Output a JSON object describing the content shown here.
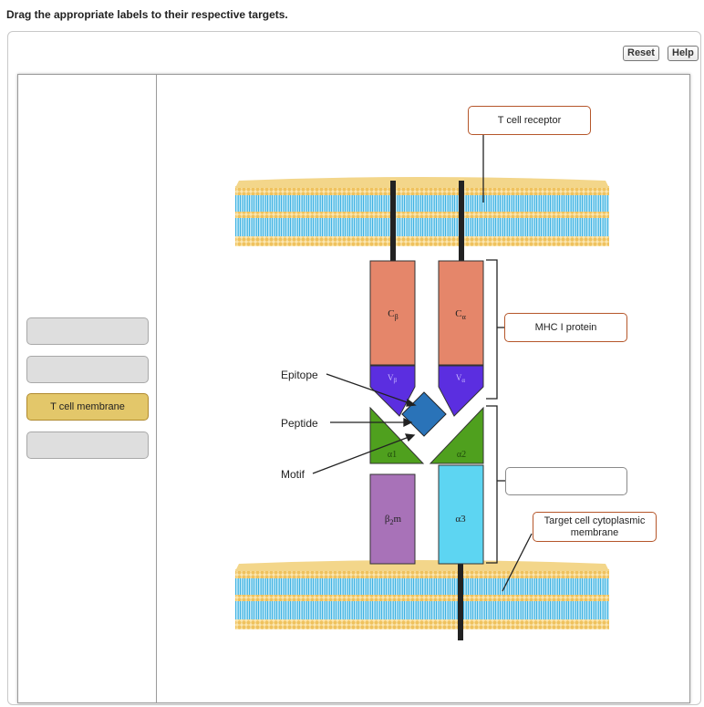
{
  "instruction": "Drag the appropriate labels to their respective targets.",
  "toolbar": {
    "reset_label": "Reset",
    "help_label": "Help"
  },
  "label_bank": [
    {
      "text": "T cell membrane"
    }
  ],
  "targets": {
    "t_cell_receptor": "T cell receptor",
    "mhc_protein": "MHC I protein",
    "target_membrane_line1": "Target cell cytoplasmic",
    "target_membrane_line2": "membrane"
  },
  "diagram_labels": {
    "epitope": "Epitope",
    "peptide": "Peptide",
    "motif": "Motif",
    "c_beta": "C",
    "c_beta_sub": "β",
    "c_alpha": "C",
    "c_alpha_sub": "α",
    "v_beta": "V",
    "v_beta_sub": "β",
    "v_alpha": "V",
    "v_alpha_sub": "α",
    "alpha1": "α1",
    "alpha2": "α2",
    "beta2m": "β",
    "beta2m_sub": "2",
    "beta2m_suffix": "m",
    "alpha3": "α3"
  },
  "colors": {
    "constant": "#e5866a",
    "variable": "#5b2ee0",
    "peptide": "#2a73b8",
    "mhc_alpha12": "#4fa01e",
    "beta2m": "#a872b8",
    "alpha3": "#5dd5f2",
    "membrane_heads": "#f0c868",
    "membrane_tails": "#5fc4e8",
    "label_fill": "#e3c76a"
  }
}
